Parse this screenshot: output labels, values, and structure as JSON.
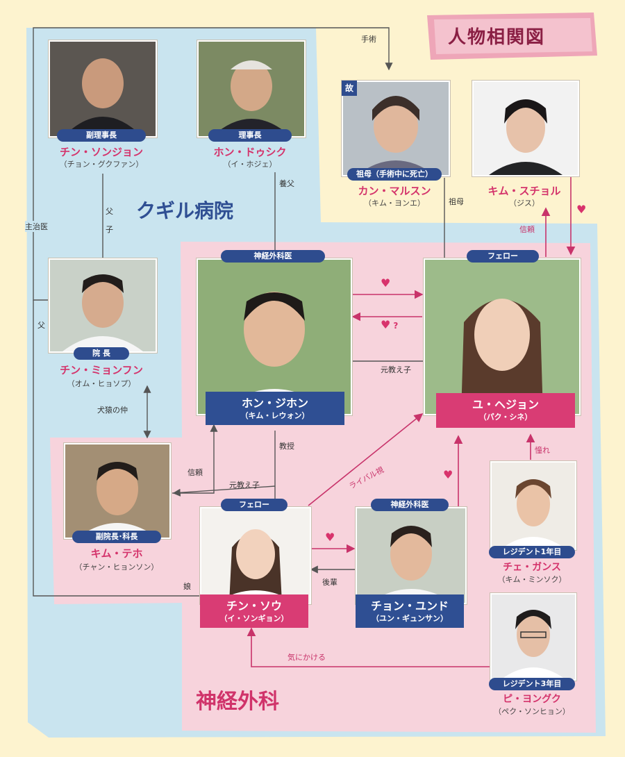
{
  "title": "人物相関図",
  "sections": {
    "hospital": "クギル病院",
    "neurosurgery": "神経外科"
  },
  "deceased_badge": "故",
  "characters": {
    "vice_chairman": {
      "role": "副理事長",
      "name": "チン・ソンジョン",
      "actor": "（チョン・グクファン）"
    },
    "chairman": {
      "role": "理事長",
      "name": "ホン・ドゥシク",
      "actor": "（イ・ホジェ）"
    },
    "grandmother": {
      "role": "祖母（手術中に死亡）",
      "name": "カン・マルスン",
      "actor": "（キム・ヨンエ）"
    },
    "kim_suchol": {
      "name": "キム・スチョル",
      "actor": "（ジス）"
    },
    "director": {
      "role": "院 長",
      "name": "チン・ミョンフン",
      "actor": "（オム・ヒョソプ）"
    },
    "hong_jihon": {
      "role": "神経外科医",
      "name": "ホン・ジホン",
      "actor": "（キム・レウォン）"
    },
    "yu_hejon": {
      "role": "フェロー",
      "name": "ユ・ヘジョン",
      "actor": "（パク・シネ）"
    },
    "kim_teho": {
      "role": "副院長･科長",
      "name": "キム・テホ",
      "actor": "（チャン・ヒョンソン）"
    },
    "chin_sou": {
      "role": "フェロー",
      "name": "チン・ソウ",
      "actor": "（イ・ソンギョン）"
    },
    "chon_yundo": {
      "role": "神経外科医",
      "name": "チョン・ユンド",
      "actor": "（ユン・ギュンサン）"
    },
    "che_gansu": {
      "role": "レジデント1年目",
      "name": "チェ・ガンス",
      "actor": "（キム・ミンソク）"
    },
    "pi_yongku": {
      "role": "レジデント3年目",
      "name": "ピ・ヨングク",
      "actor": "（ペク・ソンヒョン）"
    }
  },
  "relations": {
    "surgery": "手術",
    "attending": "主治医",
    "father_son": "父\n子",
    "adoptive_father": "養父",
    "grandma": "祖母",
    "trust_pink": "信頼",
    "father": "父",
    "former_student_hejon": "元教え子",
    "dog_monkey": "犬猿の仲",
    "professor": "教授",
    "trust": "信頼",
    "former_student_sou": "元教え子",
    "rival": "ライバル視",
    "admire": "憧れ",
    "daughter": "娘",
    "junior": "後輩",
    "care": "気にかける",
    "love_question": "?"
  },
  "colors": {
    "blue_bg": "#c9e4ef",
    "pink_bg": "#f7d3dc",
    "cream_bg": "#fdf3cf",
    "navy": "#2e4c8e",
    "pink_accent": "#d93c74",
    "hospital_text": "#2f4f93",
    "neuro_text": "#d0336a"
  }
}
